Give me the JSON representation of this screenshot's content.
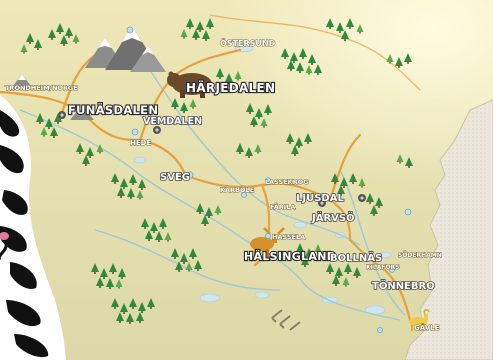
{
  "map": {
    "places": {
      "ostersund": "ÖSTERSUND",
      "trondheim": "TRONDHEIM/NORGE",
      "funasdalen": "FUNÄSDALEN",
      "harjedalen": "HÄRJEDALEN",
      "vemdalen": "VEMDALEN",
      "hede": "HEDE",
      "sveg": "SVEG",
      "karbole": "KÅRBÖLE",
      "lassekrog": "LASSEKROG",
      "ljusdal": "LJUSDAL",
      "farila": "FÄRILA",
      "jarvso": "JÄRVSÖ",
      "halsingland": "HÄLSINGLAND",
      "hassela": "HASSELA",
      "bollnas": "BOLLNÄS",
      "soderhamn": "SÖDERHAMN",
      "kilafors": "KILAFORS",
      "tonnebro": "TÖNNEBRO",
      "gavle": "GÄVLE"
    },
    "colors": {
      "land": "#e9e3b4",
      "forest": "#2f8a3c",
      "forest_light": "#4fa84a",
      "road": "#e8a03a",
      "river": "#9fc8da",
      "lake": "#cfe6ee",
      "sea": "#e8e4da",
      "mountain": "#8a8a8a"
    },
    "icons": [
      "mountain-icon",
      "bear-icon",
      "moose-icon",
      "town-marker-icon",
      "ski-lift-icon",
      "gavle-goat-icon",
      "zebra-pattern-decoration"
    ]
  }
}
